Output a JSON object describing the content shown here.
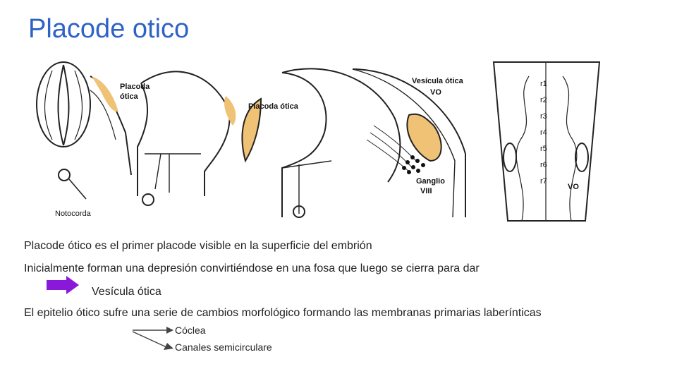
{
  "title": "Placode otico",
  "figure": {
    "labels": {
      "placoda_otica_1a": "Placoda",
      "placoda_otica_1b": "ótica",
      "placoda_otica_2": "Placoda ótica",
      "vesicula_otica": "Vesícula ótica",
      "vo_1": "VO",
      "ganglio_a": "Ganglio",
      "ganglio_b": "VIII",
      "vo_2": "VO",
      "rhombomeres": [
        "r1",
        "r2",
        "r3",
        "r4",
        "r5",
        "r6",
        "r7"
      ]
    },
    "notocorda_label": "Notocorda",
    "placode_color": "#efc276"
  },
  "body": {
    "line1": "Placode ótico es el primer placode visible en la superficie del embrión",
    "line2": "Inicialmente forman una depresión convirtiéndose en una fosa que luego se cierra para dar",
    "arrow_result": "Vesícula ótica",
    "line3": "El epitelio ótico sufre una serie de cambios morfológico formando las membranas primarias laberínticas",
    "branches": [
      "Cóclea",
      "Canales semicirculare"
    ]
  },
  "colors": {
    "title": "#2e62c6",
    "purple_arrow": "#8a18d8"
  }
}
